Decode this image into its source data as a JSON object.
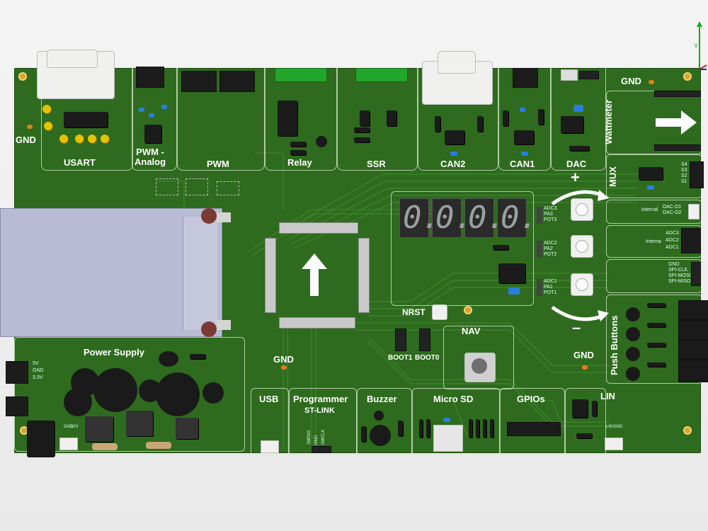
{
  "sections": {
    "usart": "USART",
    "pwm_analog": "PWM -\nAnalog",
    "pwm": "PWM",
    "relay": "Relay",
    "ssr": "SSR",
    "can2": "CAN2",
    "can1": "CAN1",
    "dac": "DAC",
    "wattmeter": "Wattmeter",
    "mux": "MUX",
    "push_buttons": "Push Buttons",
    "power_supply": "Power Supply",
    "usb": "USB",
    "programmer": "Programmer",
    "st_link": "ST-LINK",
    "buzzer": "Buzzer",
    "micro_sd": "Micro SD",
    "gpios": "GPIOs",
    "lin": "LIN",
    "nav": "NAV",
    "nrst": "NRST",
    "boot1": "BOOT1",
    "boot0": "BOOT0"
  },
  "gnd_labels": [
    "GND",
    "GND",
    "GND",
    "GND"
  ],
  "seven_segment": [
    "0.",
    "0.",
    "0.",
    "0."
  ],
  "pot_labels": [
    [
      "ADC3",
      "PA3",
      "POT3"
    ],
    [
      "ADC2",
      "PA2",
      "POT2"
    ],
    [
      "ADC1",
      "PA1",
      "POT1"
    ]
  ],
  "plus_sign": "+",
  "minus_sign": "–",
  "dac_labels": [
    "Internal",
    "DAC-O1",
    "DAC-O2"
  ],
  "adc_labels": [
    "Interna",
    "ADC3",
    "ADC2",
    "ADC1"
  ],
  "spi_labels": [
    "GND",
    "SPI-CLK",
    "SPI-MOSI",
    "SPI-MISO"
  ],
  "mux_labels": [
    "S4",
    "S3",
    "S2",
    "S1"
  ],
  "power_labels": [
    "5V",
    "GND",
    "3.3V"
  ],
  "power_jack_labels": [
    "GND",
    "12V"
  ],
  "stlink_pins": [
    "SWDIO",
    "GND",
    "SWCLK"
  ],
  "lin_pins": [
    "LIN",
    "GND"
  ],
  "colors": {
    "board": "#2e6b1e",
    "silkscreen": "#ffffff",
    "header": "#222222",
    "terminal": "#22a52b",
    "capacitor": "#2a7de0",
    "lcd_panel": "#b9bbd4"
  },
  "icons": [
    "axis-gizmo-icon",
    "arrow-up-icon",
    "arrow-right-icon",
    "curved-arrow-icon"
  ]
}
